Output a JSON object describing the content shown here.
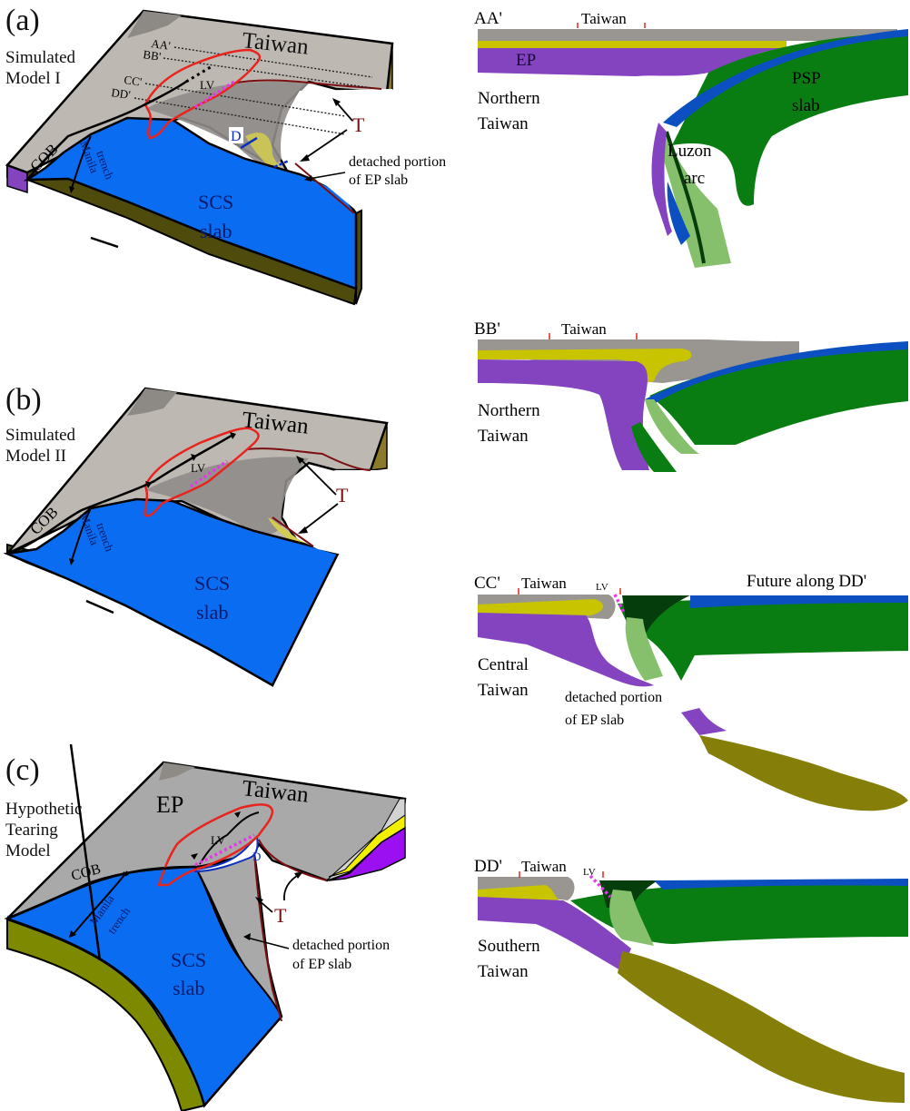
{
  "figure": {
    "panels": [
      {
        "id": "a",
        "letter": "(a)",
        "model_label": [
          "Simulated",
          "Model I"
        ],
        "labels": {
          "taiwan": "Taiwan",
          "lv": "LV",
          "cob": "COB",
          "manila": "Manila",
          "trench": "trench",
          "scs": "SCS",
          "slab": "slab",
          "d": "D",
          "t": "T",
          "detached_1": "detached portion",
          "detached_2": "of EP slab",
          "profiles": [
            "AA'",
            "BB'",
            "CC'",
            "DD'"
          ]
        }
      },
      {
        "id": "b",
        "letter": "(b)",
        "model_label": [
          "Simulated",
          "Model II"
        ],
        "labels": {
          "taiwan": "Taiwan",
          "lv": "LV",
          "cob": "COB",
          "manila": "Manila",
          "trench": "trench",
          "scs": "SCS",
          "slab": "slab",
          "t": "T"
        }
      },
      {
        "id": "c",
        "letter": "(c)",
        "model_label": [
          "Hypothetic",
          "Tearing",
          "Model"
        ],
        "labels": {
          "taiwan": "Taiwan",
          "ep": "EP",
          "lv": "LV",
          "d": "D",
          "cob": "COB",
          "manila": "Manila",
          "trench": "trench",
          "scs": "SCS",
          "slab": "slab",
          "t": "T",
          "detached_1": "detached portion",
          "detached_2": "of EP slab"
        }
      }
    ],
    "sections": [
      {
        "id": "AA",
        "title": "AA'",
        "taiwan": "Taiwan",
        "region": [
          "Northern",
          "Taiwan"
        ],
        "extra": {
          "ep": "EP",
          "psp_1": "PSP",
          "psp_2": "slab",
          "luzon_1": "Luzon",
          "luzon_2": "arc"
        }
      },
      {
        "id": "BB",
        "title": "BB'",
        "taiwan": "Taiwan",
        "region": [
          "Northern",
          "Taiwan"
        ]
      },
      {
        "id": "CC",
        "title": "CC'",
        "taiwan": "Taiwan",
        "lv": "LV",
        "future": "Future along DD'",
        "region": [
          "Central",
          "Taiwan"
        ],
        "detached": [
          "detached portion",
          "of EP slab"
        ]
      },
      {
        "id": "DD",
        "title": "DD'",
        "taiwan": "Taiwan",
        "lv": "LV",
        "region": [
          "Southern",
          "Taiwan"
        ]
      }
    ],
    "colors": {
      "gray_crust": "#999590",
      "ep_yellow": "#c8c400",
      "ep_purple": "#8443bf",
      "psp_green": "#0a7d12",
      "dark_green": "#063d0c",
      "light_green": "#86c06c",
      "blue": "#0b4fc1",
      "scs_blue": "#0a6cf0",
      "olive": "#857f0a",
      "tear_red": "#7a0f12",
      "island_red": "#e8241e",
      "lv_magenta": "#e23be6",
      "block_gray": "#b9b5ae",
      "block_olive": "#4e4b0c"
    }
  }
}
